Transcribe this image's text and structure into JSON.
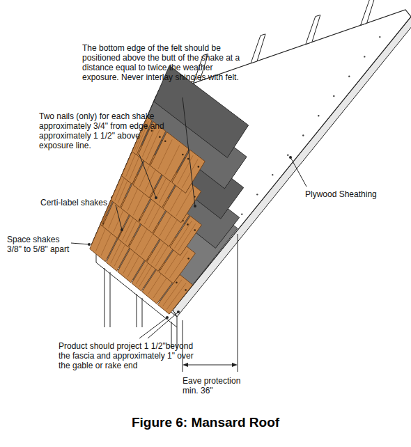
{
  "diagram": {
    "caption": "Figure 6: Mansard Roof",
    "labels": [
      "The bottom edge of the felt should be positioned above the butt of the shake at a distance equal to twice the weather exposure. Never interlay shingles with felt.",
      "Two nails (only) for each shake approximately 3/4\" from edge and approximately 1 1/2\" above exposure line.",
      "Certi-label shakes",
      "Space shakes 3/8\" to 5/8\" apart",
      "Product should project 1 1/2\"beyond the fascia and approximately 1\" over the gable or rake end",
      "Plywood Sheathing",
      "Eave protection min. 36\""
    ]
  }
}
